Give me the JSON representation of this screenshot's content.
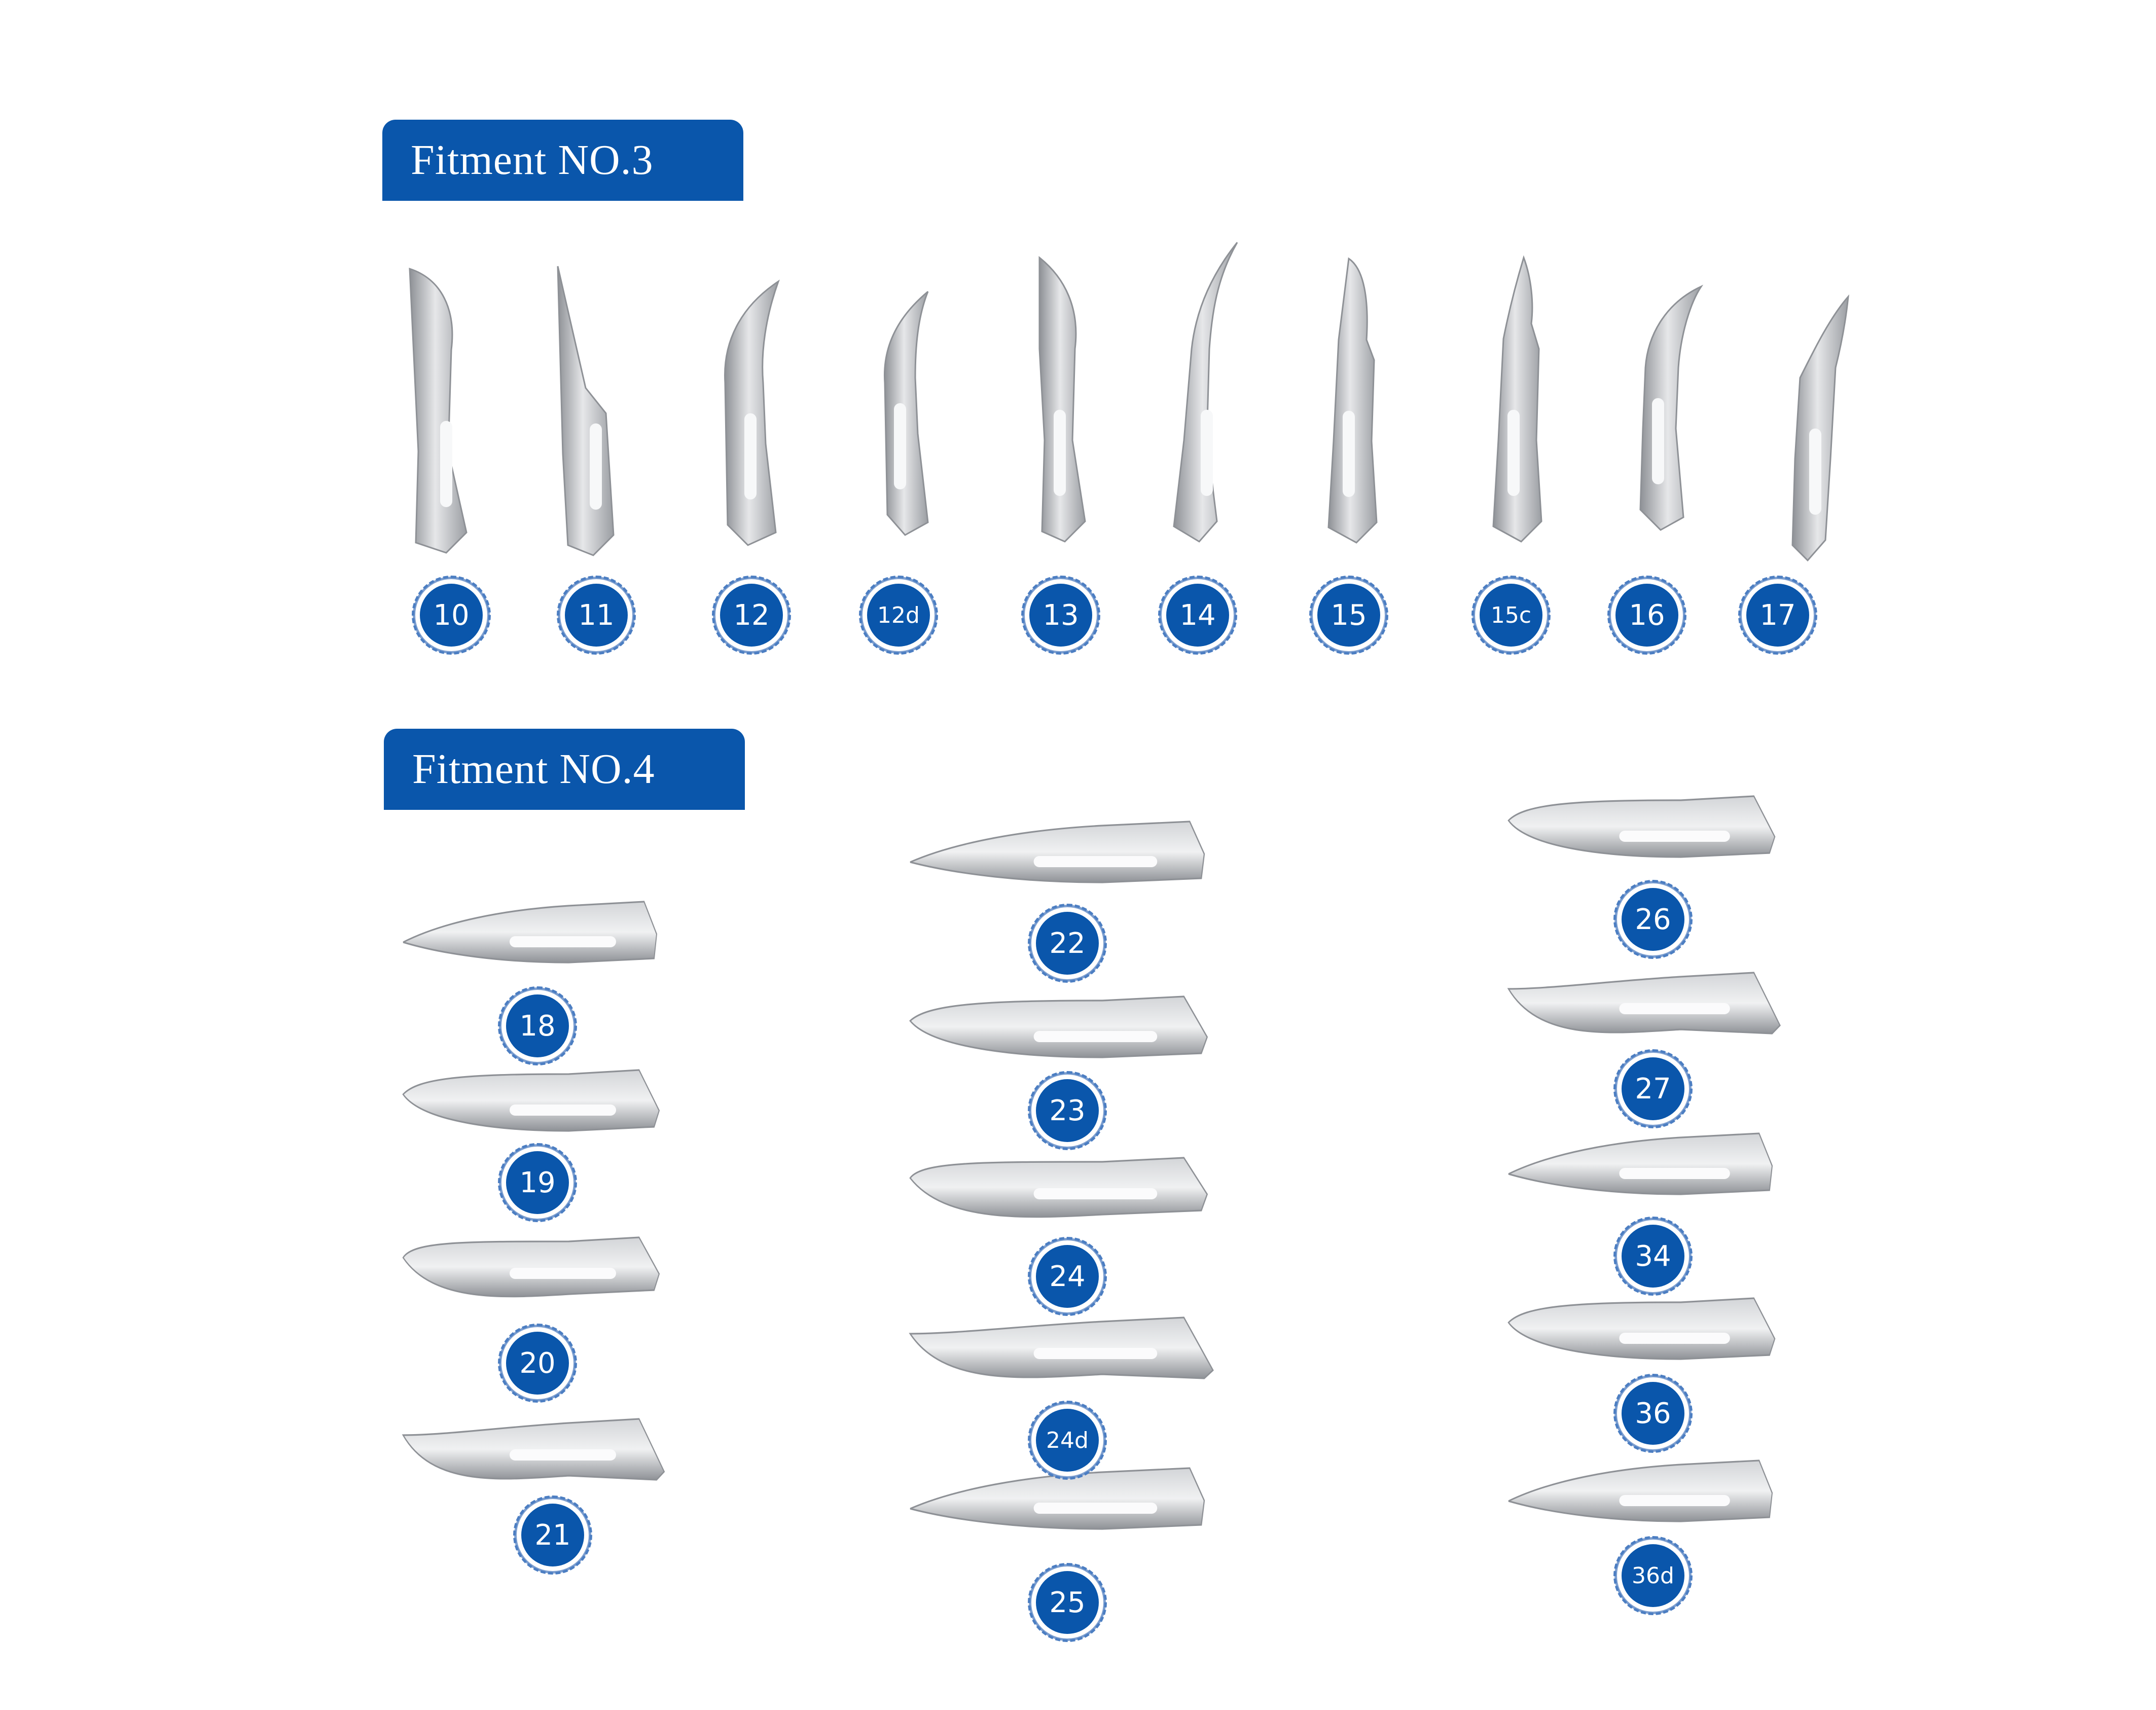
{
  "fitment3": {
    "title": "Fitment NO.3",
    "blades": [
      {
        "label": "10"
      },
      {
        "label": "11"
      },
      {
        "label": "12"
      },
      {
        "label": "12d"
      },
      {
        "label": "13"
      },
      {
        "label": "14"
      },
      {
        "label": "15"
      },
      {
        "label": "15c"
      },
      {
        "label": "16"
      },
      {
        "label": "17"
      }
    ]
  },
  "fitment4": {
    "title": "Fitment NO.4",
    "columns": [
      {
        "blades": [
          {
            "label": "18"
          },
          {
            "label": "19"
          },
          {
            "label": "20"
          },
          {
            "label": "21"
          }
        ]
      },
      {
        "blades": [
          {
            "label": "22"
          },
          {
            "label": "23"
          },
          {
            "label": "24"
          },
          {
            "label": "24d"
          },
          {
            "label": "25"
          }
        ]
      },
      {
        "blades": [
          {
            "label": "26"
          },
          {
            "label": "27"
          },
          {
            "label": "34"
          },
          {
            "label": "36"
          },
          {
            "label": "36d"
          }
        ]
      }
    ]
  },
  "colors": {
    "accent": "#0a56ab",
    "blade_light": "#e6e7e9",
    "blade_dark": "#8e9196"
  }
}
